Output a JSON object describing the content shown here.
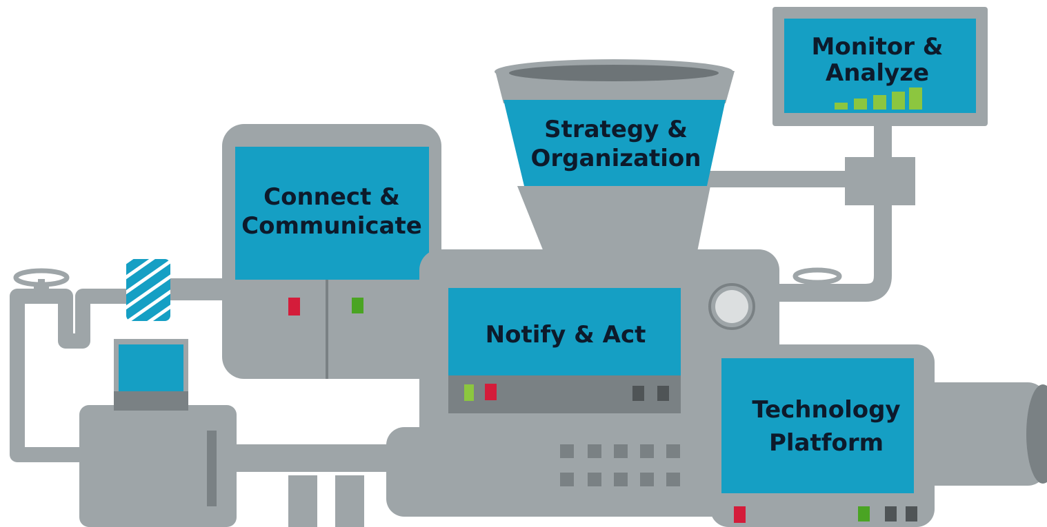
{
  "diagram": {
    "modules": {
      "monitor": {
        "line1": "Monitor &",
        "line2": "Analyze"
      },
      "strategy": {
        "line1": "Strategy &",
        "line2": "Organization"
      },
      "connect": {
        "line1": "Connect &",
        "line2": "Communicate"
      },
      "notify": {
        "line1": "Notify & Act"
      },
      "technology": {
        "line1": "Technology",
        "line2": "Platform"
      }
    }
  },
  "colors": {
    "machine": "#9ea5a8",
    "machine_dark": "#7a8184",
    "panel": "#159fc4",
    "light_red": "#d41c3a",
    "light_green": "#4aa423",
    "light_lime": "#8cc63f",
    "light_dark": "#4f5456",
    "label": "#0d1a2b"
  }
}
